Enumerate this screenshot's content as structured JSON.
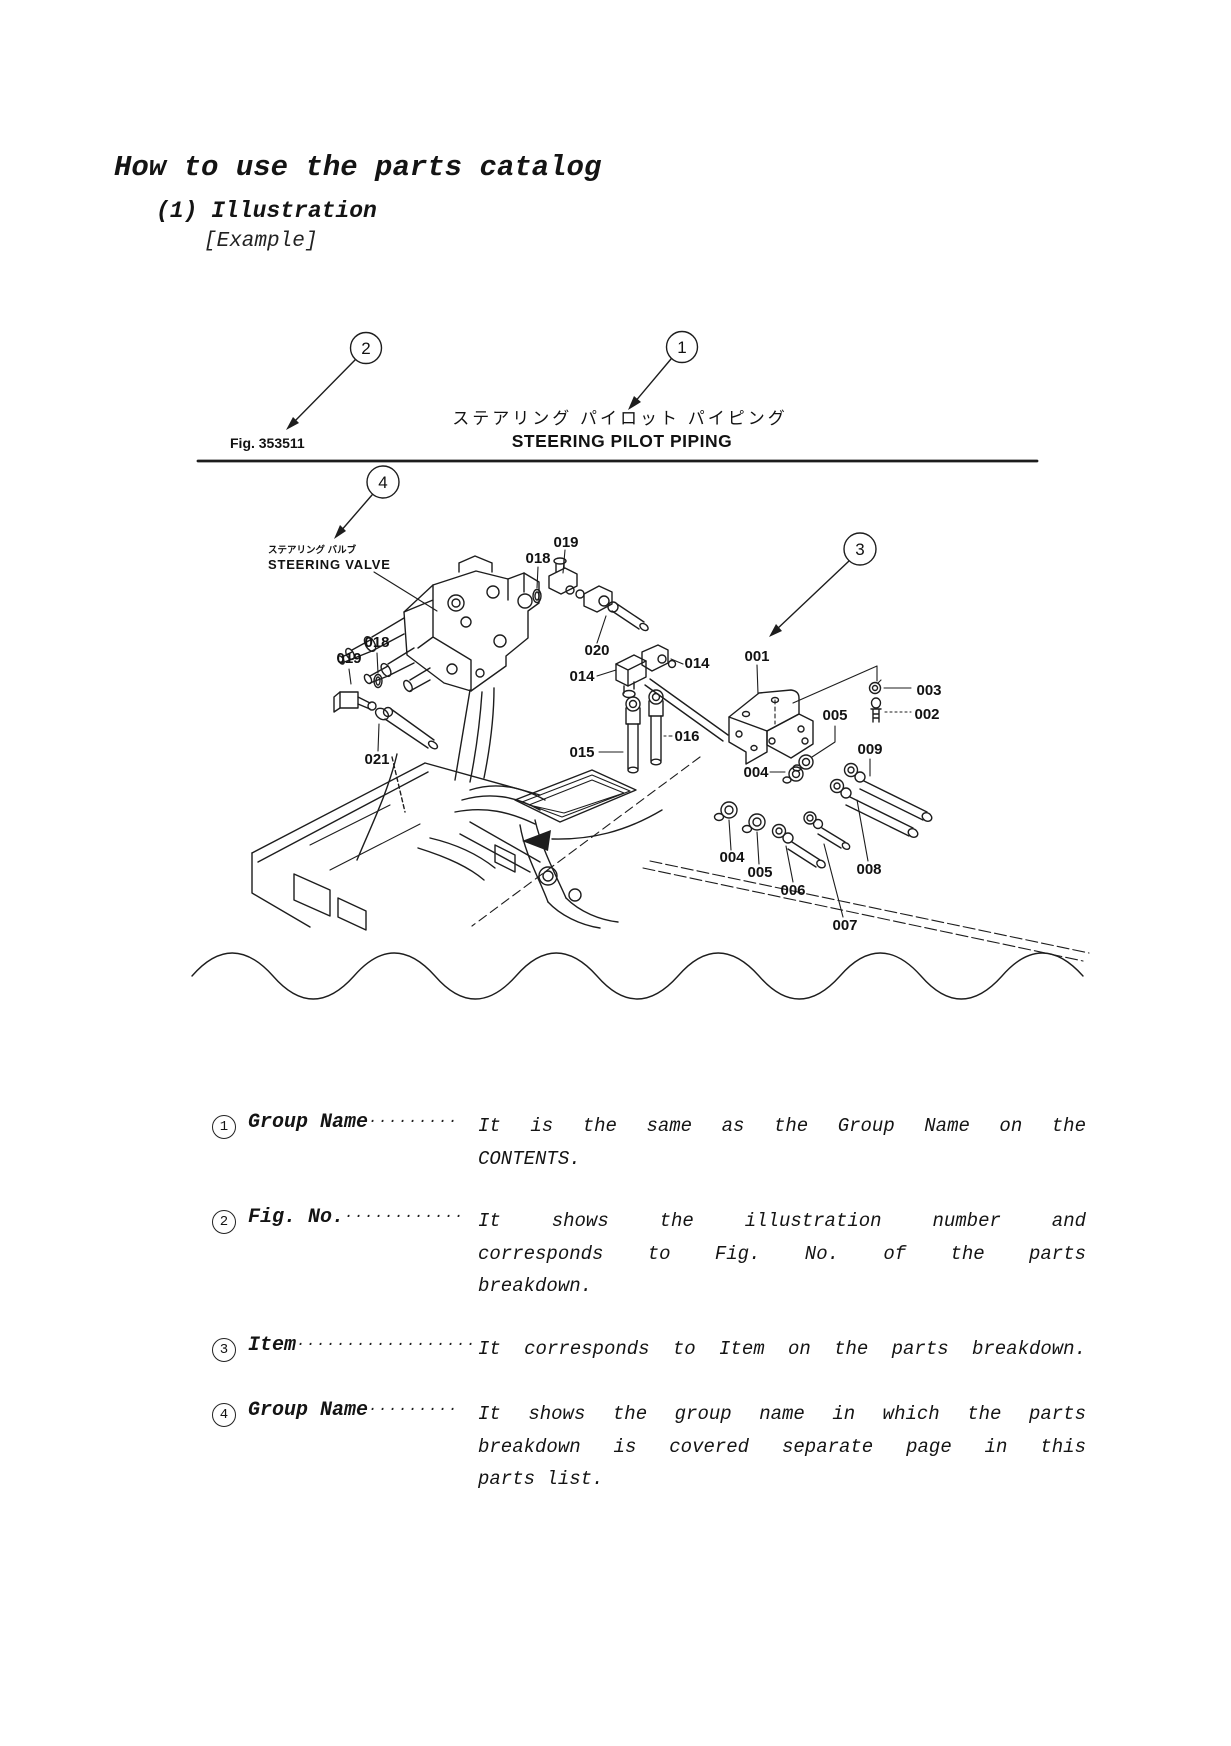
{
  "page": {
    "title": "How to use the parts catalog",
    "subtitle": "(1) Illustration",
    "example_label": "[Example]"
  },
  "figure": {
    "fig_no": "Fig. 353511",
    "title_ja": "ステアリング パイロット パイピング",
    "title_en": "STEERING PILOT PIPING",
    "valve_label_ja": "ステアリング バルブ",
    "valve_label_en": "STEERING VALVE",
    "callouts": [
      "1",
      "2",
      "3",
      "4"
    ],
    "part_labels": [
      "018",
      "019",
      "020",
      "014",
      "014",
      "001",
      "003",
      "002",
      "005",
      "009",
      "016",
      "015",
      "004",
      "018",
      "019",
      "021",
      "004",
      "005",
      "006",
      "008",
      "007"
    ]
  },
  "legend": {
    "items": [
      {
        "num": "1",
        "name": "Group Name",
        "dots": "·········",
        "lines": [
          "It is the same as the Group Name on the"
        ],
        "last": "CONTENTS."
      },
      {
        "num": "2",
        "name": "Fig. No.",
        "dots": "············",
        "lines": [
          "It shows the illustration number and",
          "corresponds to Fig. No. of the parts"
        ],
        "last": "breakdown."
      },
      {
        "num": "3",
        "name": "Item",
        "dots": "····················",
        "lines": [
          "It corresponds to Item on the parts breakdown."
        ],
        "last": ""
      },
      {
        "num": "4",
        "name": "Group Name",
        "dots": "·········",
        "lines": [
          "It shows the group name in which the parts",
          "breakdown is covered separate page in this"
        ],
        "last": "parts list."
      }
    ]
  },
  "colors": {
    "ink": "#1d1d1d",
    "paper": "#ffffff"
  }
}
